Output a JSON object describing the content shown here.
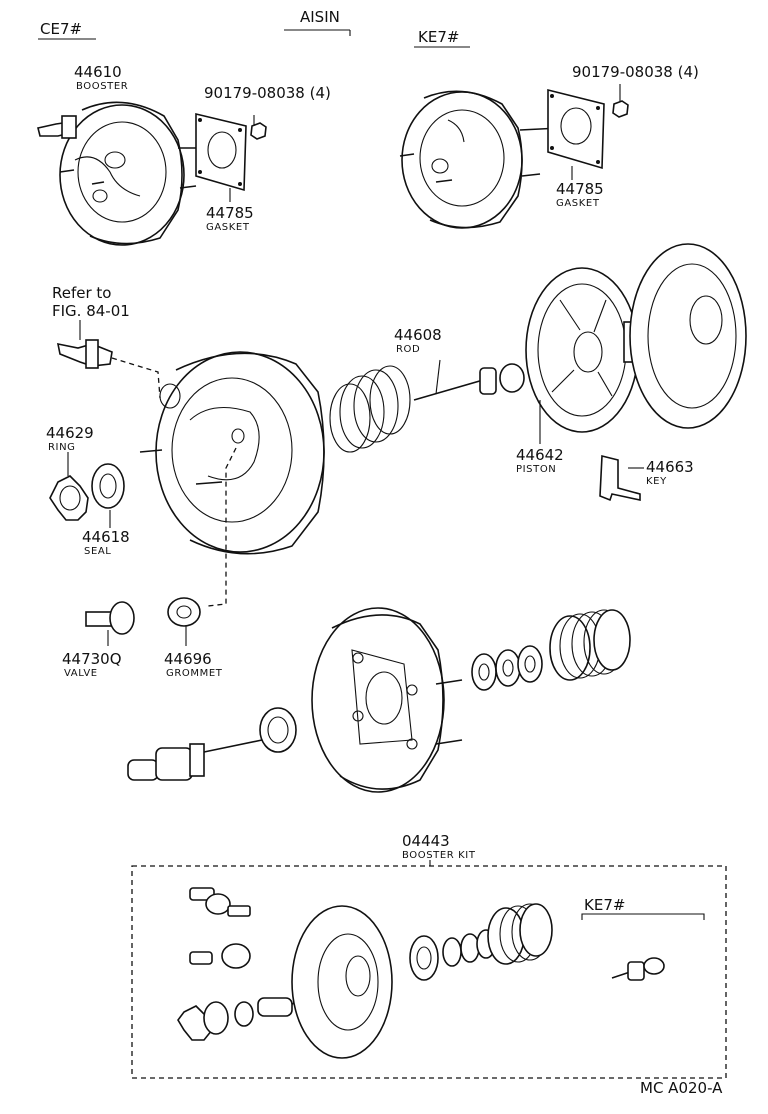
{
  "headers": {
    "maker": "AISIN",
    "ce7": "CE7#",
    "ke7_top": "KE7#",
    "ke7_kit": "KE7#"
  },
  "parts": {
    "booster": {
      "number": "44610",
      "name": "BOOSTER"
    },
    "nut_left": {
      "number": "90179-08038 (4)"
    },
    "nut_right": {
      "number": "90179-08038 (4)"
    },
    "gasket_left": {
      "number": "44785",
      "name": "GASKET"
    },
    "gasket_right": {
      "number": "44785",
      "name": "GASKET"
    },
    "refer": {
      "line1": "Refer to",
      "line2": "FIG. 84-01"
    },
    "rod": {
      "number": "44608",
      "name": "ROD"
    },
    "piston": {
      "number": "44642",
      "name": "PISTON"
    },
    "key": {
      "number": "44663",
      "name": "KEY"
    },
    "ring": {
      "number": "44629",
      "name": "RING"
    },
    "seal": {
      "number": "44618",
      "name": "SEAL"
    },
    "valve": {
      "number": "44730Q",
      "name": "VALVE"
    },
    "grommet": {
      "number": "44696",
      "name": "GROMMET"
    },
    "kit": {
      "number": "04443",
      "name": "BOOSTER KIT"
    }
  },
  "footer": {
    "code": "MC A020-A"
  }
}
